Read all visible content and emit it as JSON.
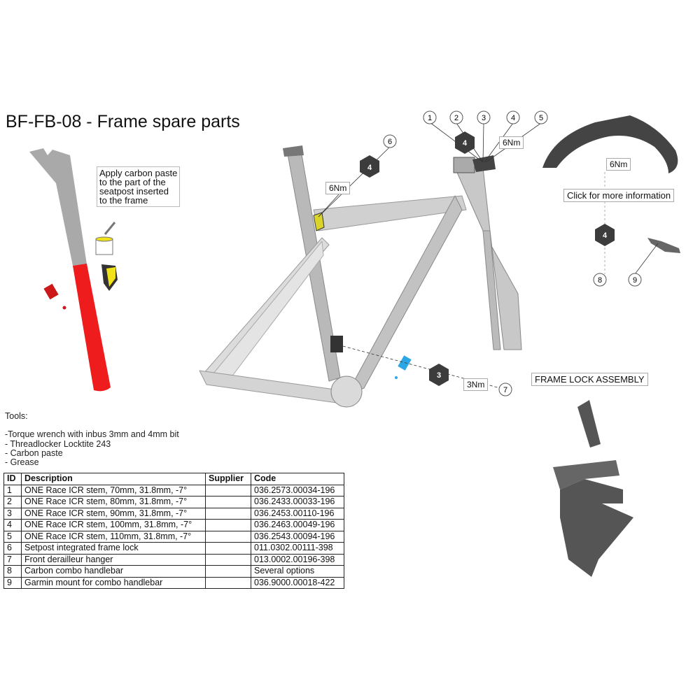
{
  "title": "BF-FB-08 - Frame spare parts",
  "notes": {
    "carbon_paste": [
      "Apply carbon paste",
      "to the part of the",
      "seatpost inserted",
      "to the frame"
    ],
    "click_info": "Click for more information",
    "frame_lock": "FRAME LOCK ASSEMBLY"
  },
  "torque_labels": {
    "seatpost": "6Nm",
    "stem": "6Nm",
    "handlebar": "6Nm",
    "hanger": "3Nm"
  },
  "hex_labels": {
    "seatpost": "4",
    "stem": "4",
    "handlebar": "4",
    "hanger": "3"
  },
  "callouts": [
    "1",
    "2",
    "3",
    "4",
    "5",
    "6",
    "7",
    "8",
    "9"
  ],
  "tools": {
    "heading": "Tools:",
    "items": [
      "-Torque wrench with inbus 3mm and 4mm bit",
      "- Threadlocker Locktite 243",
      "- Carbon paste",
      "- Grease"
    ]
  },
  "table": {
    "headers": [
      "ID",
      "Description",
      "Supplier",
      "Code"
    ],
    "rows": [
      [
        "1",
        "ONE Race ICR stem, 70mm, 31.8mm, -7°",
        "",
        "036.2573.00034-196"
      ],
      [
        "2",
        "ONE Race ICR stem, 80mm, 31.8mm, -7°",
        "",
        "036.2433.00033-196"
      ],
      [
        "3",
        "ONE Race ICR stem, 90mm, 31.8mm, -7°",
        "",
        "036.2453.00110-196"
      ],
      [
        "4",
        "ONE Race ICR stem, 100mm, 31.8mm, -7°",
        "",
        "036.2463.00049-196"
      ],
      [
        "5",
        "ONE Race ICR stem, 110mm, 31.8mm, -7°",
        "",
        "036.2543.00094-196"
      ],
      [
        "6",
        "Setpost integrated frame lock",
        "",
        "011.0302.00111-398"
      ],
      [
        "7",
        "Front derailleur hanger",
        "",
        "013.0002.00196-398"
      ],
      [
        "8",
        "Carbon combo handlebar",
        "",
        "Several options"
      ],
      [
        "9",
        "Garmin mount for combo handlebar",
        "",
        "036.9000.00018-422"
      ]
    ]
  },
  "colors": {
    "seatpost_insert": "#ee1c1c",
    "frame": "#bdbdbd",
    "hex": "#3c3c3c",
    "grease": "#f2e21a",
    "threadlock_blue": "#2ba7e6"
  }
}
